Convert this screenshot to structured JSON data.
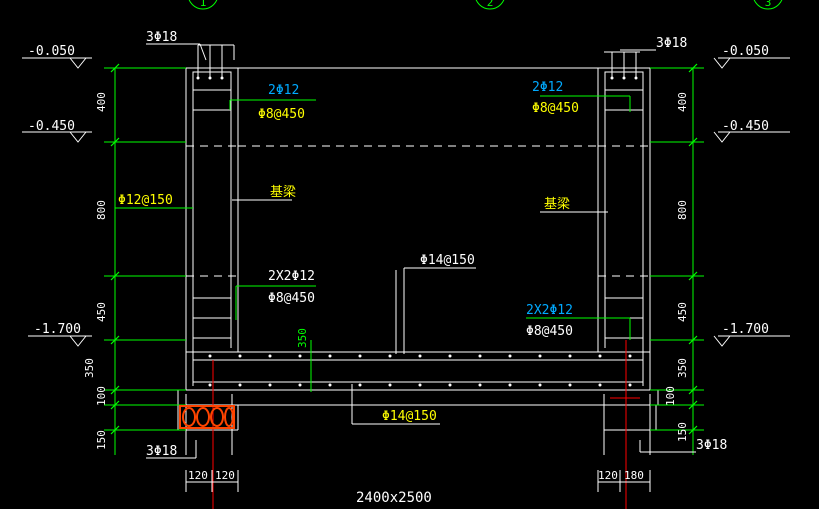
{
  "colors": {
    "background": "#000000",
    "white": "#ffffff",
    "yellow": "#ffff00",
    "green": "#00ff00",
    "cyan": "#00aaff",
    "red": "#ff0000",
    "orange": "#ff4400"
  },
  "axis_bubbles": [
    "1",
    "2",
    "3"
  ],
  "elevations": {
    "left": [
      "-0.050",
      "-0.450",
      "-1.700"
    ],
    "right": [
      "-0.050",
      "-0.450",
      "-1.700"
    ]
  },
  "dims": {
    "left": [
      "400",
      "800",
      "450",
      "350",
      "100",
      "150"
    ],
    "right": [
      "400",
      "800",
      "450",
      "350",
      "100",
      "150"
    ],
    "inner": "350",
    "bottom_left": [
      "120",
      "120"
    ],
    "bottom_right": [
      "120",
      "180"
    ],
    "section_size": "2400x2500"
  },
  "rebar": {
    "top_left": "3Φ18",
    "top_right": "3Φ18",
    "bottom_left": "3Φ18",
    "bottom_right": "3Φ18",
    "beam_top_left_main": "2Φ12",
    "beam_top_left_stirrup": "Φ8@450",
    "beam_top_right_main": "2Φ12",
    "beam_top_right_stirrup": "Φ8@450",
    "wall_left": "Φ12@150",
    "beam_bot_left_main": "2X2Φ12",
    "beam_bot_left_stirrup": "Φ8@450",
    "beam_bot_right_main": "2X2Φ12",
    "beam_bot_right_stirrup": "Φ8@450",
    "slab_top": "Φ14@150",
    "slab_bottom": "Φ14@150"
  },
  "labels": {
    "left_mark": "基梁",
    "right_mark": "基梁"
  }
}
